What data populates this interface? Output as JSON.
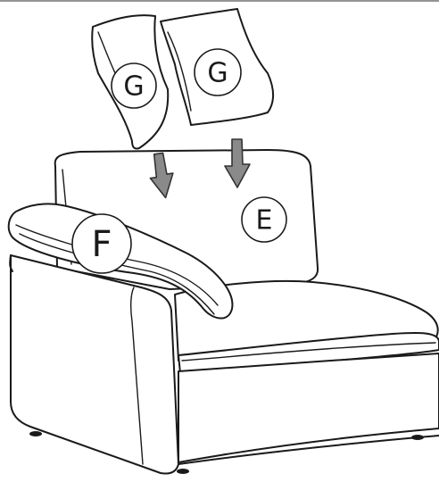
{
  "labels": {
    "pillow_left": "G",
    "pillow_right": "G",
    "back_cushion": "E",
    "arm_bolster": "F"
  },
  "colors": {
    "line": "#1a1a1a",
    "arrow_fill": "#8a8a8a",
    "background": "#ffffff"
  }
}
